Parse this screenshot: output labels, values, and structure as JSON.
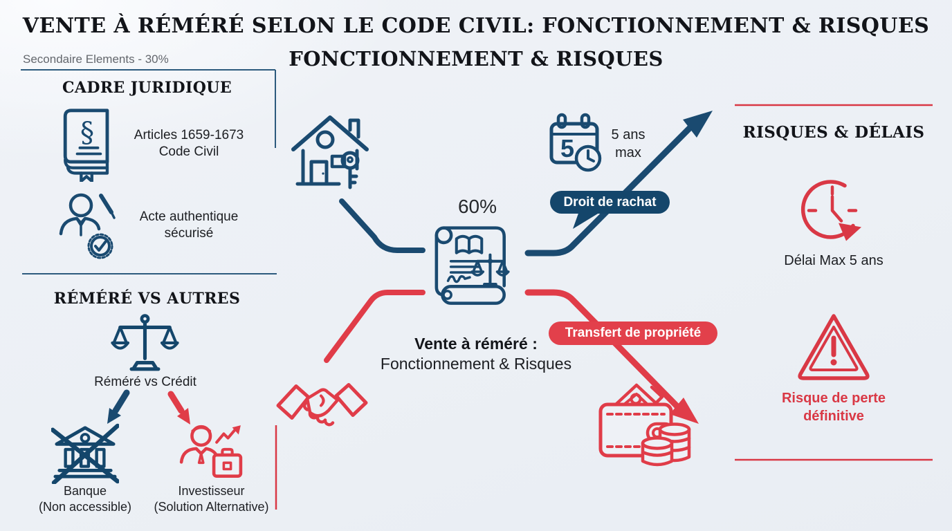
{
  "title": {
    "line1": "VENTE À RÉMÉRÉ SELON LE CODE CIVIL: FONCTIONNEMENT & RISQUES",
    "line2": "FONCTIONNEMENT & RISQUES"
  },
  "annotation": {
    "label": "Secondaire Elements - 30%"
  },
  "left_panel": {
    "cadre": {
      "title": "CADRE JURIDIQUE",
      "items": [
        {
          "icon": "law-book-icon",
          "line1": "Articles 1659-1673",
          "line2": "Code Civil"
        },
        {
          "icon": "notary-seal-icon",
          "line1": "Acte authentique",
          "line2": "sécurisé"
        }
      ]
    },
    "compare": {
      "title": "RÉMÉRÉ VS AUTRES",
      "subtitle": "Réméré vs Crédit",
      "options": [
        {
          "icon": "bank-crossed-icon",
          "label": "Banque",
          "sublabel": "(Non accessible)"
        },
        {
          "icon": "investor-icon",
          "label": "Investisseur",
          "sublabel": "(Solution Alternative)"
        }
      ]
    }
  },
  "center": {
    "percent_label": "60%",
    "caption": {
      "line1": "Vente à réméré :",
      "line2": "Fonctionnement & Risques"
    },
    "duration": {
      "line1": "5 ans",
      "line2": "max"
    },
    "badges": {
      "rachat": "Droit de rachat",
      "transfert": "Transfert de propriété"
    },
    "calendar_day": "5"
  },
  "right_panel": {
    "title": "RISQUES & DÉLAIS",
    "items": [
      {
        "icon": "clock-history-icon",
        "label": "Délai Max 5 ans"
      },
      {
        "icon": "warning-triangle-icon",
        "line1": "Risque de perte",
        "line2": "définitive"
      }
    ]
  },
  "colors": {
    "navy": "#1a4a70",
    "badge_navy": "#14466b",
    "red": "#e03c48",
    "badge_red": "#e2404b",
    "background": "#eef1f6",
    "text": "#1c1e22",
    "muted": "#63676d",
    "badge_text": "#ffffff"
  }
}
